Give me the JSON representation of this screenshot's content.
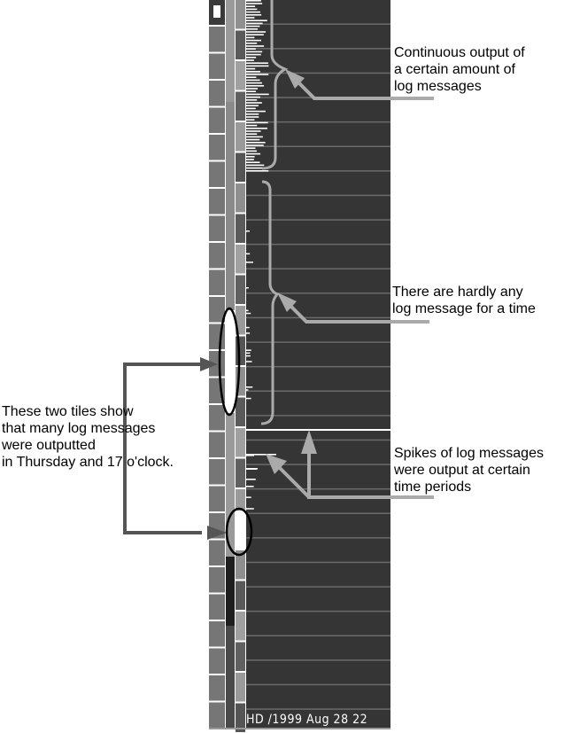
{
  "annotations": {
    "continuous": "Continuous output of\na certain amount of\nlog messages",
    "hardly_any": "There are hardly any\nlog message for a time",
    "spikes": "Spikes of log messages\nwere output at certain\ntime periods",
    "tiles": "These two tiles show\nthat many log messages\nwere outputted\nin Thursday and 17 o'clock."
  },
  "viewer": {
    "footer_label": "HD /1999 Aug 28 22"
  },
  "colors": {
    "plot_bg": "#353535",
    "arrow_light": "#aaaaaa",
    "arrow_dark": "#555555"
  }
}
